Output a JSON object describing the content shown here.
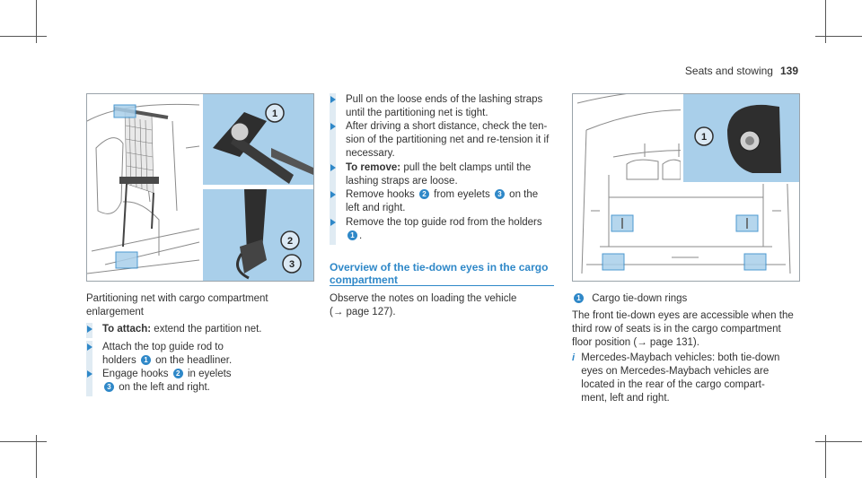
{
  "header": {
    "section": "Seats and stowing",
    "page": "139"
  },
  "fig1": {
    "callouts": [
      "1",
      "2",
      "3"
    ]
  },
  "left": {
    "caption": "Partitioning net with cargo compartment enlargement",
    "attach_label": "To attach:",
    "attach_text": "extend the partition net.",
    "step1_a": "Attach the top guide rod to holders",
    "step1_n": "1",
    "step1_b": "on the headliner.",
    "step2_a": "Engage hooks",
    "step2_n1": "2",
    "step2_b": "in eyelets",
    "step2_n2": "3",
    "step2_c": "on the left and right."
  },
  "middle": {
    "step1": "Pull on the loose ends of the lashing straps until the partitioning net is tight.",
    "step2": "After driving a short distance, check the ten-sion of the partitioning net and re-tension it if necessary.",
    "remove_label": "To remove:",
    "remove_text": "pull the belt clamps until the lashing straps are loose.",
    "step4_a": "Remove hooks",
    "step4_n1": "2",
    "step4_b": "from eyelets",
    "step4_n2": "3",
    "step4_c": "on the left and right.",
    "step5_a": "Remove the top guide rod from the holders",
    "step5_n": "1",
    "step5_b": ".",
    "section_title": "Overview of the tie-down eyes in the cargo compartment",
    "observe": "Observe the notes on loading the vehicle (→ page 127)."
  },
  "right": {
    "fig_callout": "1",
    "legend_n": "1",
    "legend": "Cargo tie-down rings",
    "para": "The front tie-down eyes are accessible when the third row of seats is in the cargo compartment floor position (→ page 131).",
    "info_icon": "i",
    "info": "Mercedes-Maybach vehicles: both tie-down eyes on Mercedes-Maybach vehicles are located in the rear of the cargo compart-ment, left and right."
  },
  "colors": {
    "accent": "#2f88c8",
    "panel": "#a9cfea",
    "callout_bg": "#dbe9f4"
  }
}
